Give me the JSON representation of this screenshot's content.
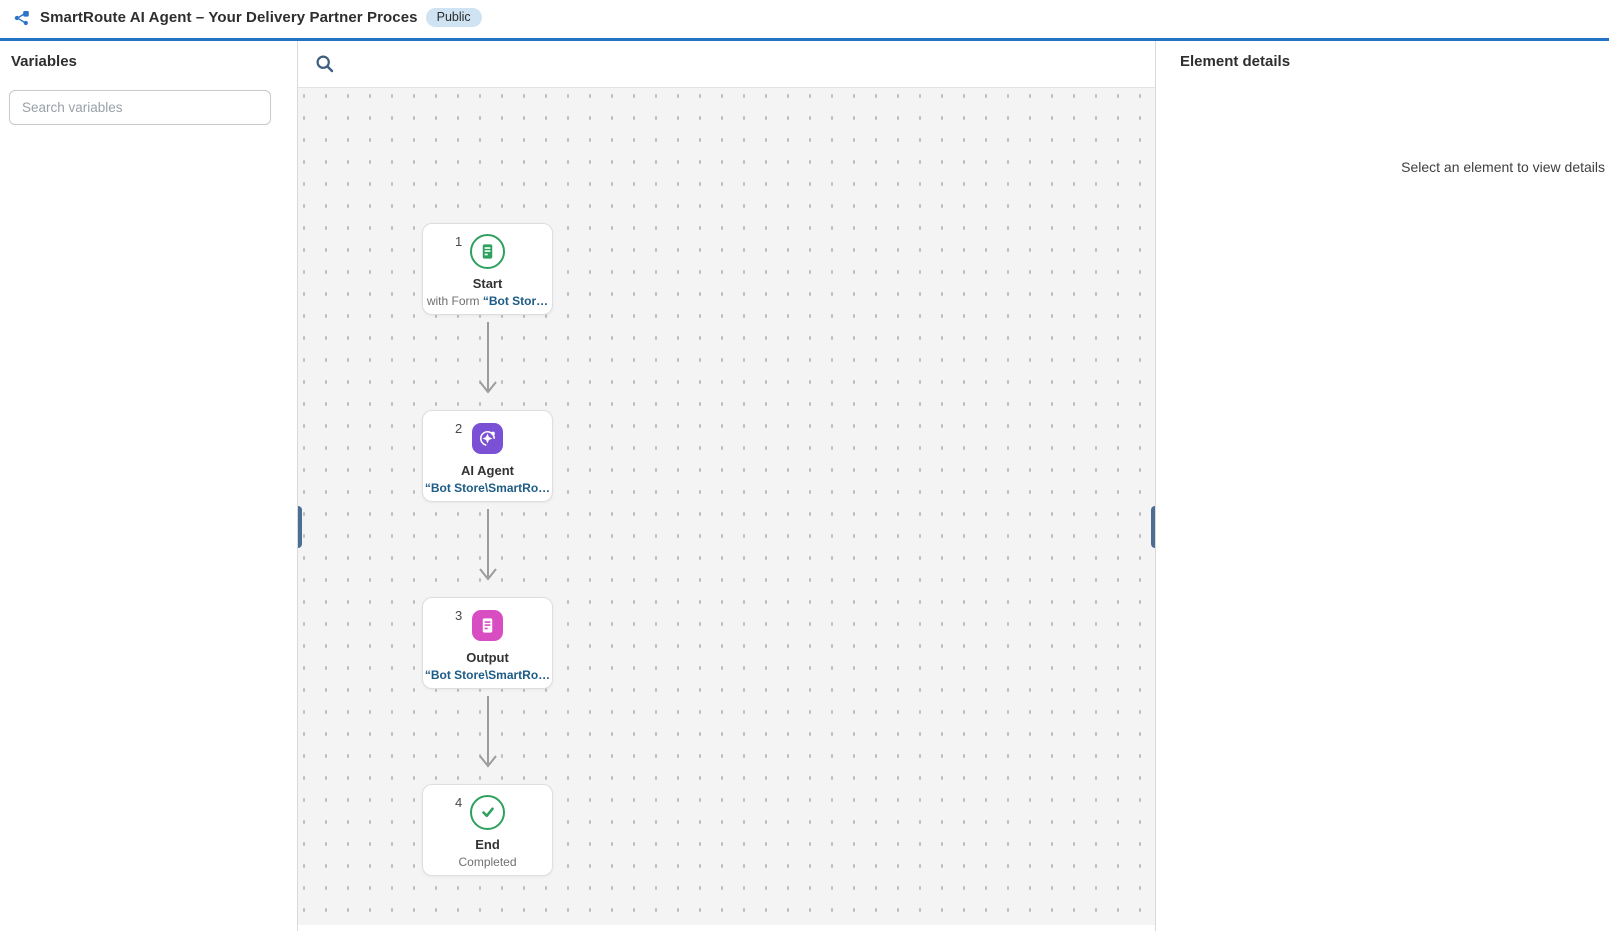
{
  "header": {
    "title": "SmartRoute AI Agent – Your Delivery Partner Proces",
    "badge": "Public"
  },
  "sidebar": {
    "title": "Variables",
    "search_placeholder": "Search variables"
  },
  "canvas": {
    "toolbar_icons": [
      "search-icon"
    ],
    "nodes": [
      {
        "number": "1",
        "title": "Start",
        "subtitle_prefix": "with Form ",
        "subtitle_link": "“Bot Stor…",
        "icon": "form-circle-green-icon"
      },
      {
        "number": "2",
        "title": "AI Agent",
        "subtitle_link": "“Bot Store\\SmartRo…",
        "icon": "ai-agent-purple-icon"
      },
      {
        "number": "3",
        "title": "Output",
        "subtitle_link": "“Bot Store\\SmartRo…",
        "icon": "form-pink-icon"
      },
      {
        "number": "4",
        "title": "End",
        "subtitle": "Completed",
        "icon": "check-circle-green-icon"
      }
    ]
  },
  "details_panel": {
    "title": "Element details",
    "empty_text": "Select an element to view details"
  },
  "colors": {
    "accent_blue": "#2273c4",
    "badge_bg": "#cfe3f2",
    "link_blue": "#1d5c86",
    "green": "#2ea160",
    "purple": "#7a50d4",
    "pink": "#d84ec2",
    "arrow_gray": "#9c9c9c",
    "handle_blue": "#4c6e95",
    "canvas_bg": "#f4f4f5"
  }
}
